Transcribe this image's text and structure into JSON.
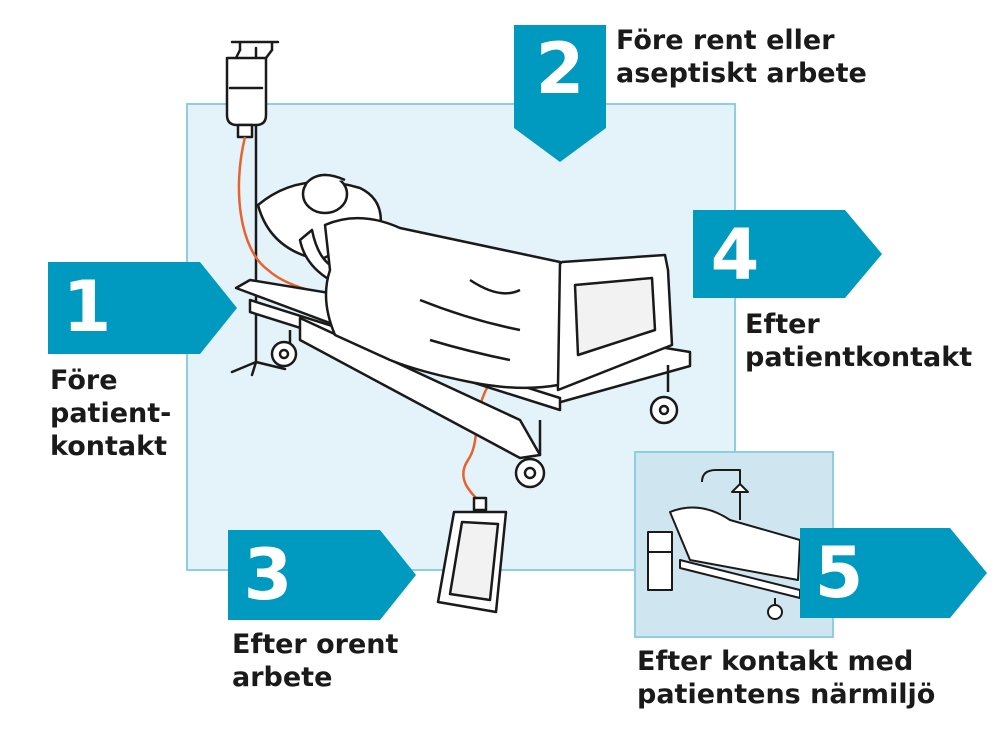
{
  "colors": {
    "badge": "#0099bf",
    "panel": "#e4f3fa",
    "panel_border": "#8fcde3",
    "inset_panel": "#cfe6f0",
    "tube": "#e8632b",
    "line": "#1a1a1a"
  },
  "moments": [
    {
      "number": "1",
      "lines": [
        "Före",
        "patient-",
        "kontakt"
      ]
    },
    {
      "number": "2",
      "lines": [
        "Före rent eller",
        "aseptiskt arbete"
      ]
    },
    {
      "number": "3",
      "lines": [
        "Efter orent",
        "arbete"
      ]
    },
    {
      "number": "4",
      "lines": [
        "Efter",
        "patientkontakt"
      ]
    },
    {
      "number": "5",
      "lines": [
        "Efter kontakt med",
        "patientens närmiljö"
      ]
    }
  ]
}
